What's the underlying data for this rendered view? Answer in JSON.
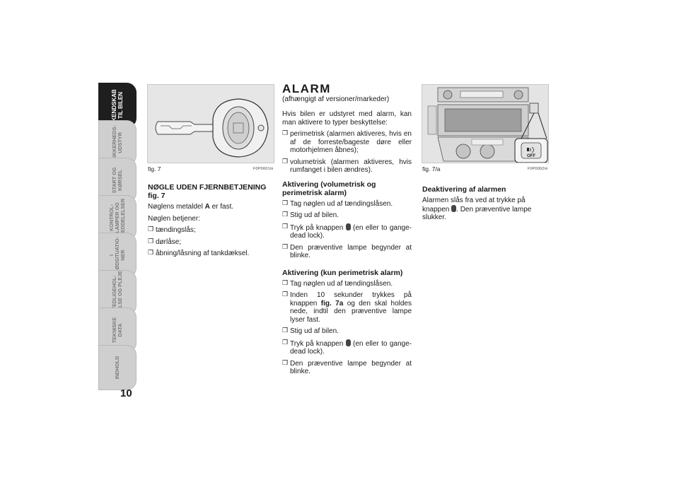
{
  "sidebar": {
    "tabs": [
      {
        "label": "KENDSKAB\nTIL BILEN",
        "active": true
      },
      {
        "label": "SIKKERHEDS-\nUDSTYR",
        "active": false
      },
      {
        "label": "START OG\nKØRSEL",
        "active": false
      },
      {
        "label": "KONTROL-\nLAMPER OG\nMEDDELELSER",
        "active": false
      },
      {
        "label": "I\nNØDSITUATIO-\nNER",
        "active": false
      },
      {
        "label": "VEDLIGEHOL-\nDELSE OG PLEJE",
        "active": false
      },
      {
        "label": "TEKNISKE\nDATA",
        "active": false
      },
      {
        "label": "INDHOLD",
        "active": false
      }
    ]
  },
  "page_number": "10",
  "col1": {
    "fig_caption": "fig. 7",
    "fig_code": "F0P0601m",
    "heading": "NØGLE UDEN FJERNBETJENING",
    "heading_ref": "fig. 7",
    "p1_a": "Nøglens metaldel ",
    "p1_b": "A",
    "p1_c": " er fast.",
    "p2": "Nøglen betjener:",
    "items": [
      "tændingslås;",
      "dørlåse;",
      "åbning/låsning af tankdæksel."
    ]
  },
  "col2": {
    "title": "ALARM",
    "subtitle": "(afhængigt af versioner/markeder)",
    "intro": "Hvis bilen er udstyret med alarm, kan man aktivere to typer beskyttelse:",
    "types": [
      "perimetrisk (alarmen aktiveres, hvis en af de forreste/bageste døre eller motorhjelmen åbnes);",
      "volumetrisk (alarmen aktiveres, hvis rumfanget i bilen ændres)."
    ],
    "h_vol": "Aktivering (volumetrisk og perimetrisk alarm)",
    "vol_steps": {
      "s1": "Tag nøglen ud af tændingslåsen.",
      "s2": "Stig ud af bilen.",
      "s3_a": "Tryk på knappen ",
      "s3_b": " (en eller to gange- dead lock).",
      "s4": "Den præventive lampe begynder at blinke."
    },
    "h_per": "Aktivering (kun perimetrisk alarm)",
    "per_steps": {
      "s1": "Tag nøglen ud af tændingslåsen.",
      "s2_a": "Inden 10 sekunder trykkes på knappen ",
      "s2_b": "fig. 7a",
      "s2_c": " og den skal holdes nede, indtil den præventive lampe lyser fast.",
      "s3": "Stig ud af bilen.",
      "s4_a": "Tryk på knappen ",
      "s4_b": " (en eller to gange- dead lock).",
      "s5": "Den præventive lampe begynder at blinke."
    }
  },
  "col3": {
    "fig_caption": "fig. 7/a",
    "fig_code": "F0P0062m",
    "off_label": "OFF",
    "heading": "Deaktivering af alarmen",
    "p_a": "Alarmen slås fra ved at trykke på knappen ",
    "p_b": ". Den præventive lampe slukker."
  }
}
